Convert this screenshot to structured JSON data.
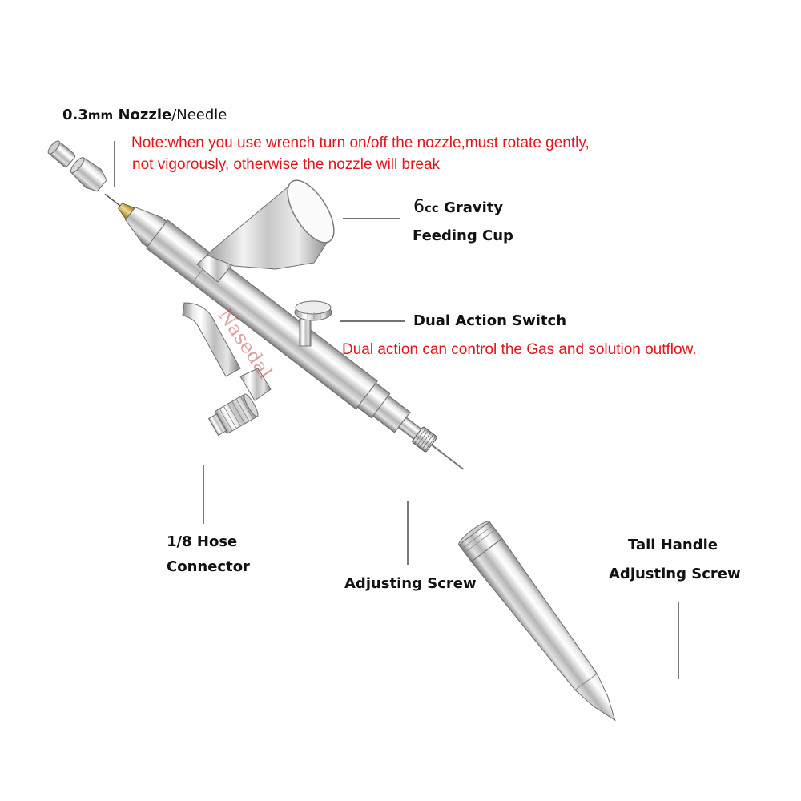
{
  "watermark": "Nasedal",
  "labels": {
    "nozzle": {
      "size": "0.3",
      "unit": "mm",
      "name": "Nozzle",
      "suffix": "/Needle"
    },
    "note": {
      "line1": "Note:when you use wrench turn on/off the nozzle,must rotate gently,",
      "line2": "not vigorously, otherwise the nozzle will break"
    },
    "cup": {
      "number": "6",
      "unit": "cc",
      "line1_rest": " Gravity",
      "line2": "Feeding Cup"
    },
    "switch": {
      "title": "Dual Action Switch",
      "desc": "Dual action can control the Gas  and solution outflow."
    },
    "hose": {
      "line1": "1/8 Hose",
      "line2": "Connector"
    },
    "screw": "Adjusting Screw",
    "tail": {
      "line1": "Tail Handle",
      "line2": "Adjusting Screw"
    }
  },
  "colors": {
    "note_text": "#e4141b",
    "label_text": "#111111",
    "chrome_dark": "#7d7d7d",
    "chrome_light": "#f5f5f5"
  }
}
